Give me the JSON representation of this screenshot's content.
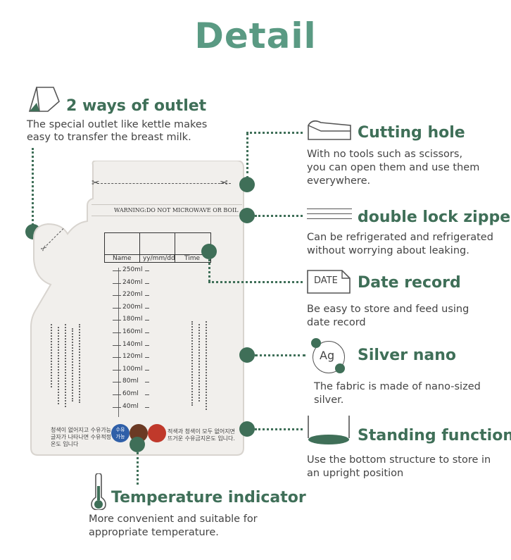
{
  "title": "Detail",
  "features": {
    "outlet": {
      "title": "2 ways of outlet",
      "desc1": "The special outlet like kettle makes",
      "desc2": "easy to transfer the breast milk."
    },
    "cutting": {
      "title": "Cutting hole",
      "desc1": "With no tools such as scissors,",
      "desc2": "you can open them and use them",
      "desc3": "everywhere."
    },
    "zipper": {
      "title": "double lock zipper",
      "desc1": "Can be refrigerated and refrigerated",
      "desc2": "without worrying about leaking."
    },
    "date": {
      "title": "Date record",
      "icon_text": "DATE",
      "desc1": "Be easy to store and feed using",
      "desc2": "date record"
    },
    "silver": {
      "title": "Silver nano",
      "icon_text": "Ag",
      "desc1": "The fabric is made of nano-sized",
      "desc2": "silver."
    },
    "standing": {
      "title": "Standing function",
      "desc1": "Use the bottom structure to store in",
      "desc2": "an upright position"
    },
    "temperature": {
      "title": "Temperature indicator",
      "desc1": "More convenient and suitable for",
      "desc2": "appropriate temperature."
    }
  },
  "bag": {
    "warning": "WARNING:DO NOT MICROWAVE OR BOIL",
    "col_name": "Name",
    "col_date": "yy/mm/dd",
    "col_time": "Time",
    "measures": [
      "250ml",
      "240ml",
      "220ml",
      "200ml",
      "180ml",
      "160ml",
      "140ml",
      "120ml",
      "100ml",
      "80ml",
      "60ml",
      "40ml"
    ],
    "korean_left_1": "청색이 없어지고 수유가능",
    "korean_left_2": "글자가 나타나면 수유적정",
    "korean_left_3": "온도 입니다",
    "badge_text_1": "수유",
    "badge_text_2": "가능",
    "korean_right_1": "적색과 청색이 모두 없어지면",
    "korean_right_2": "뜨거운 수유금지온도 입니다."
  },
  "colors": {
    "accent": "#3f6f58",
    "title": "#5a9a83",
    "badge_blue": "#2f5fa8",
    "badge_brown": "#6b3a24",
    "badge_red": "#c0392b"
  }
}
